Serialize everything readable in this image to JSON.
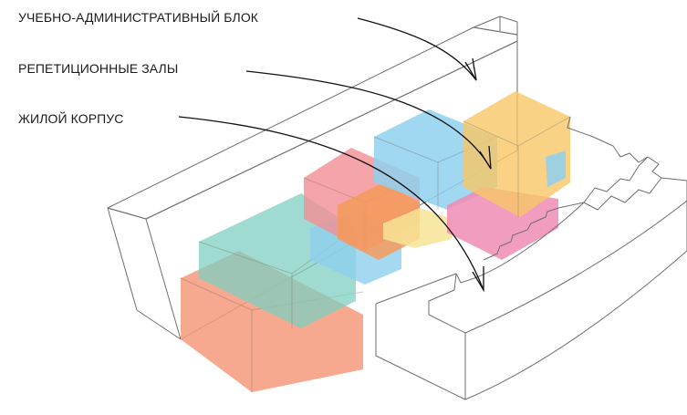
{
  "labels": {
    "admin_block": "УЧЕБНО-АДМИНИСТРАТИВНЫЙ БЛОК",
    "rehearsal_halls": "РЕПЕТИЦИОННЫЕ ЗАЛЫ",
    "residential_building": "ЖИЛОЙ КОРПУС"
  },
  "colors": {
    "background": "#ffffff",
    "text": "#1a1a1a",
    "outline": "#6e6e6e",
    "arrow": "#111111",
    "volume_orange": "#f59a7a",
    "volume_teal": "#7fcfc0",
    "volume_blue": "#8fd0ef",
    "volume_red": "#f38e95",
    "volume_amber": "#f8c766",
    "volume_pink": "#ee8cb4",
    "volume_yellow": "#f7e495",
    "volume_deep_orange": "#f49a5a"
  }
}
